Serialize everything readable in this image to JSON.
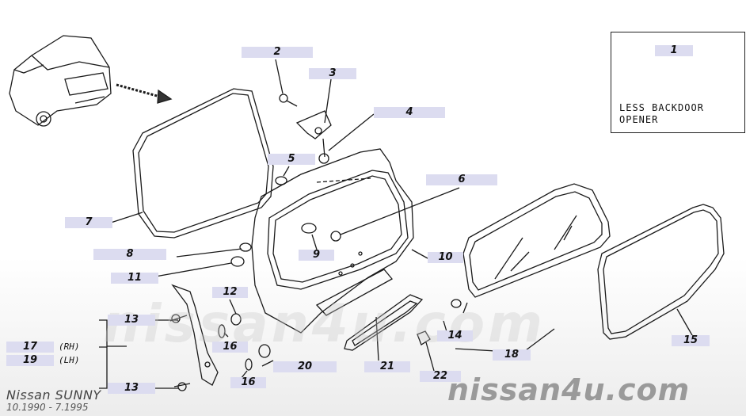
{
  "model": "Nissan SUNNY",
  "period": "10.1990 - 7.1995",
  "watermark": "nissan4u.com",
  "note": {
    "part": "1",
    "text": "LESS BACKDOOR\nOPENER"
  },
  "parts": {
    "p1": "1",
    "p2": "2",
    "p3": "3",
    "p4": "4",
    "p5": "5",
    "p6": "6",
    "p7": "7",
    "p8": "8",
    "p9": "9",
    "p10": "10",
    "p11": "11",
    "p12": "12",
    "p13a": "13",
    "p13b": "13",
    "p14": "14",
    "p15": "15",
    "p16a": "16",
    "p16b": "16",
    "p17": "17",
    "p18": "18",
    "p19": "19",
    "p20": "20",
    "p21": "21",
    "p22": "22"
  },
  "side": {
    "rh": "(RH)",
    "lh": "(LH)"
  },
  "colors": {
    "label_bg": "#dcdcf0",
    "line": "#1a1a1a",
    "watermark": "#9a9a9a"
  }
}
